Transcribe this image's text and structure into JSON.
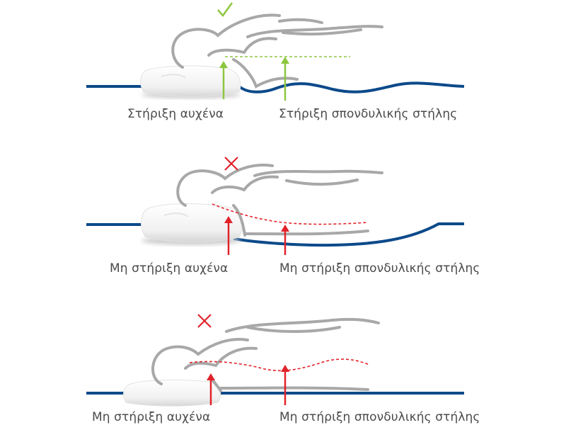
{
  "colors": {
    "mattress": "#0c4a8a",
    "good": "#8dc63f",
    "bad": "#e2222a",
    "silhouette": "#a8a8a8",
    "pillow_shade": "#dcdcdc",
    "caption_text": "#4a4a4a"
  },
  "panels": [
    {
      "status": "correct",
      "status_icon": "check-icon",
      "neck_label": "Στήριξη αυχένα",
      "spine_label": "Στήριξη σπονδυλικής στήλης"
    },
    {
      "status": "incorrect",
      "status_icon": "cross-icon",
      "neck_label": "Μη στήριξη αυχένα",
      "spine_label": "Μη στήριξη σπονδυλικής στήλης"
    },
    {
      "status": "incorrect",
      "status_icon": "cross-icon",
      "neck_label": "Μη στήριξη αυχένα",
      "spine_label": "Μη στήριξη σπονδυλικής στήλης"
    }
  ]
}
